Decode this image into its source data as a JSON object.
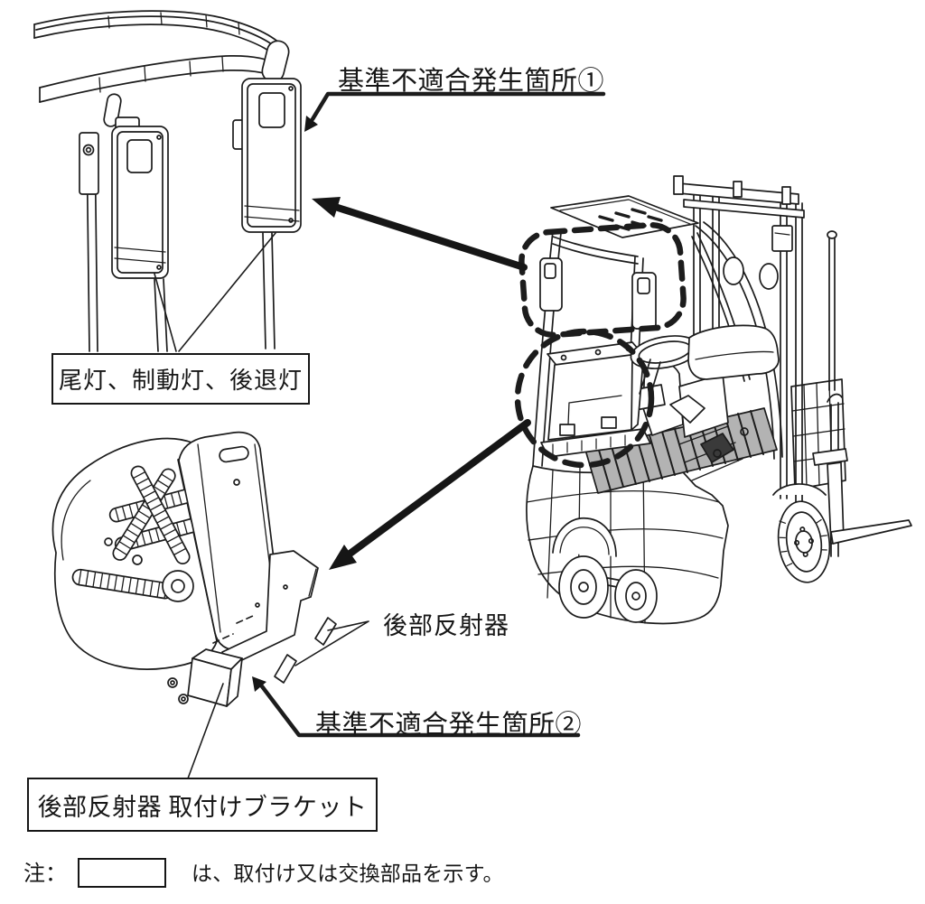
{
  "labels": {
    "callout1": "基準不適合発生箇所①",
    "lights_box": "尾灯、制動灯、後退灯",
    "reflector": "後部反射器",
    "callout2": "基準不適合発生箇所②",
    "bracket_box": "後部反射器 取付けブラケット"
  },
  "note": {
    "prefix": "注：",
    "text": "は、取付け又は交換部品を示す。"
  },
  "colors": {
    "line": "#1c1c1c",
    "background": "#ffffff"
  }
}
